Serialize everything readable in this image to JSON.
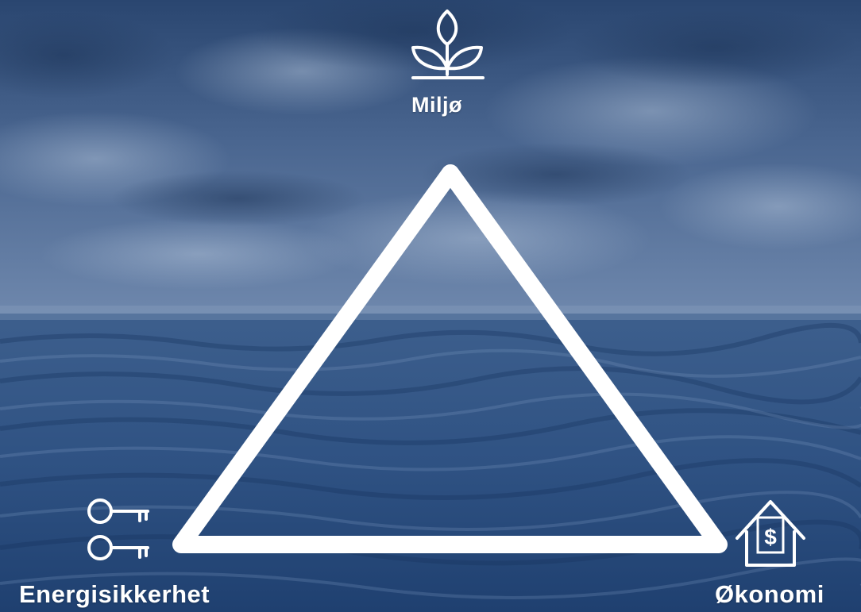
{
  "colors": {
    "sky_top": "#2d4a72",
    "sky_light": "#7d94b6",
    "sea_top": "#3a5d8c",
    "sea_bottom": "#1f3f6e",
    "stroke": "#ffffff"
  },
  "diagram": {
    "shape": "triangle",
    "vertices": {
      "top": {
        "label": "Miljø",
        "icon": "sprout-icon"
      },
      "left": {
        "label": "Energisikkerhet",
        "icon": "keys-icon"
      },
      "right": {
        "label": "Økonomi",
        "icon": "house-dollar-icon"
      }
    },
    "icon_glyphs": {
      "dollar": "$"
    }
  }
}
